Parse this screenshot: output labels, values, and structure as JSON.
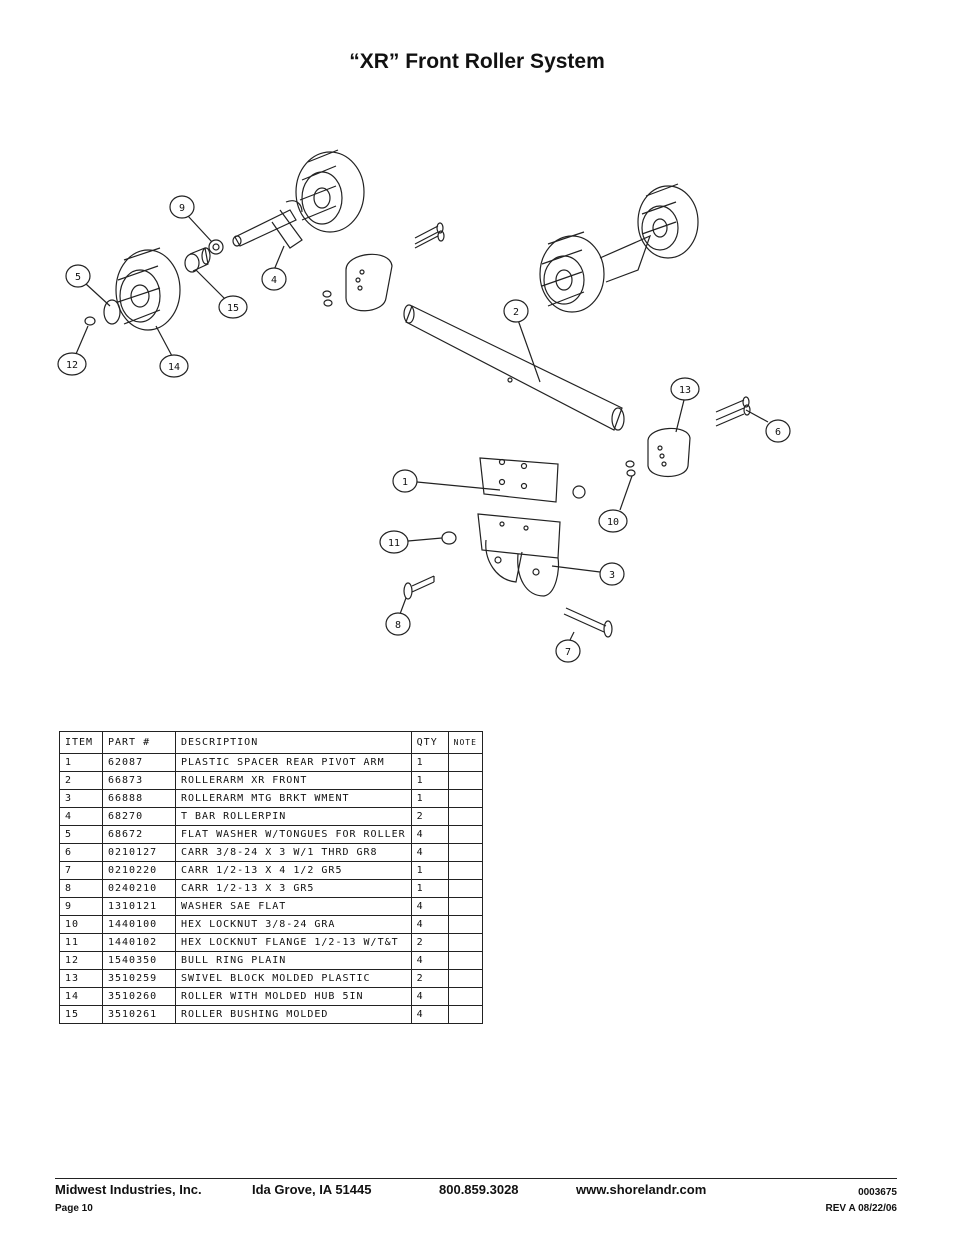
{
  "title": "“XR” Front Roller  System",
  "callouts": [
    "1",
    "2",
    "3",
    "4",
    "5",
    "6",
    "7",
    "8",
    "9",
    "10",
    "11",
    "12",
    "13",
    "14",
    "15"
  ],
  "table": {
    "headers": [
      "ITEM",
      "PART #",
      "DESCRIPTION",
      "QTY",
      "NOTE"
    ],
    "rows": [
      {
        "item": "1",
        "part": "62087",
        "desc": "PLASTIC SPACER REAR PIVOT ARM",
        "qty": "1",
        "note": ""
      },
      {
        "item": "2",
        "part": "66873",
        "desc": "ROLLERARM XR FRONT",
        "qty": "1",
        "note": ""
      },
      {
        "item": "3",
        "part": "66888",
        "desc": "ROLLERARM MTG BRKT WMENT",
        "qty": "1",
        "note": ""
      },
      {
        "item": "4",
        "part": "68270",
        "desc": "T BAR ROLLERPIN",
        "qty": "2",
        "note": ""
      },
      {
        "item": "5",
        "part": "68672",
        "desc": "FLAT WASHER W/TONGUES FOR ROLLER",
        "qty": "4",
        "note": ""
      },
      {
        "item": "6",
        "part": "0210127",
        "desc": "CARR 3/8-24 X 3 W/1 THRD GR8",
        "qty": "4",
        "note": ""
      },
      {
        "item": "7",
        "part": "0210220",
        "desc": "CARR 1/2-13 X 4 1/2 GR5",
        "qty": "1",
        "note": ""
      },
      {
        "item": "8",
        "part": "0240210",
        "desc": "CARR 1/2-13 X 3 GR5",
        "qty": "1",
        "note": ""
      },
      {
        "item": "9",
        "part": "1310121",
        "desc": "WASHER SAE FLAT",
        "qty": "4",
        "note": ""
      },
      {
        "item": "10",
        "part": "1440100",
        "desc": "HEX LOCKNUT 3/8-24 GRA",
        "qty": "4",
        "note": ""
      },
      {
        "item": "11",
        "part": "1440102",
        "desc": "HEX LOCKNUT FLANGE 1/2-13 W/T&T",
        "qty": "2",
        "note": ""
      },
      {
        "item": "12",
        "part": "1540350",
        "desc": "BULL RING PLAIN",
        "qty": "4",
        "note": ""
      },
      {
        "item": "13",
        "part": "3510259",
        "desc": "SWIVEL BLOCK MOLDED PLASTIC",
        "qty": "2",
        "note": ""
      },
      {
        "item": "14",
        "part": "3510260",
        "desc": "ROLLER WITH MOLDED HUB  5IN",
        "qty": "4",
        "note": ""
      },
      {
        "item": "15",
        "part": "3510261",
        "desc": "ROLLER BUSHING MOLDED",
        "qty": "4",
        "note": ""
      }
    ]
  },
  "footer": {
    "company": "Midwest Industries, Inc.",
    "city": "Ida Grove, IA  51445",
    "phone": "800.859.3028",
    "website": "www.shorelandr.com",
    "doc_number": "0003675",
    "page": "Page 10",
    "revision": "REV A  08/22/06"
  }
}
